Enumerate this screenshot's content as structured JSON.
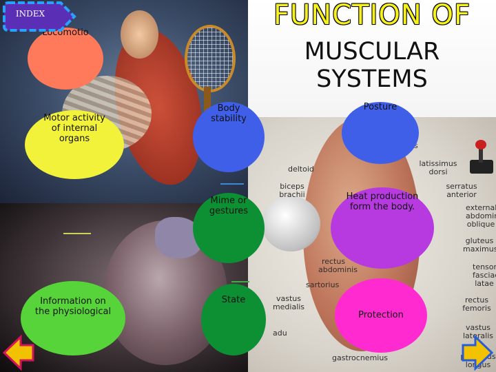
{
  "title": {
    "line1": "FUNCTION OF",
    "line2": "MUSCULAR",
    "line3": "SYSTEMS"
  },
  "index_button": {
    "label": "INDEX"
  },
  "functions": {
    "locomotion": "Locomotio",
    "motor_activity": "Motor activity of internal organs",
    "body_stability": "Body stability",
    "posture": "Posture",
    "mime": "Mime or gestures",
    "heat": "Heat production form the body.",
    "information": "Information on the physiological",
    "state": "State",
    "protection": "Protection"
  },
  "anatomy_labels": {
    "deltoid": "deltoid",
    "latissimus": "latissimus dorsi",
    "biceps": "biceps brachii",
    "serratus": "serratus anterior",
    "external_oblique": "external abdominal oblique",
    "gluteus": "gluteus maximus",
    "rectus_abdominis": "rectus abdominis",
    "tensor": "tensor fasciae latae",
    "sartorius": "sartorius",
    "vastus_medialis": "vastus medialis",
    "rectus_femoris": "rectus femoris",
    "vastus_lateralis": "vastus lateralis",
    "gastrocnemius": "gastrocnemius",
    "peroneus": "peroneus longus",
    "abdu": "adu",
    "us": "us"
  },
  "colors": {
    "title": "#f7f21c",
    "locomotion": "#ff7a5a",
    "motor_activity": "#f2f23a",
    "blue_bubbles": "#3f5fe8",
    "green_bubbles": "#0d8f34",
    "heat": "#b63ae0",
    "information": "#57d43a",
    "protection": "#ff2bd0",
    "nav_arrows": "#f2c200"
  },
  "icons": {
    "index": "rounded-tab-arrow-icon",
    "prev": "arrow-left-icon",
    "next": "arrow-right-icon"
  }
}
